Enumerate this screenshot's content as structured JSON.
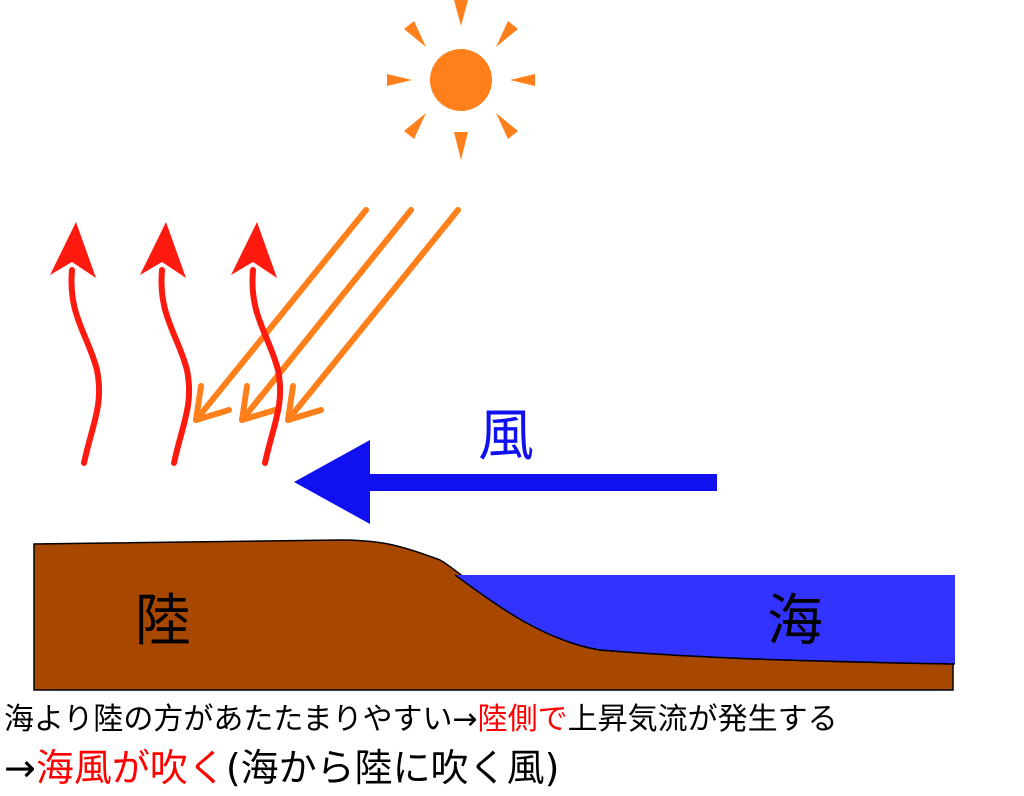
{
  "labels": {
    "wind": "風",
    "land": "陸",
    "sea": "海"
  },
  "caption": {
    "line1": {
      "part1": "海より陸の方があたたまりやすい→",
      "highlight": "陸側で",
      "part2": "上昇気流が発生する"
    },
    "line2": {
      "arrow": "→",
      "highlight": "海風が吹く",
      "part2": "(海から陸に吹く風)"
    }
  },
  "icons": {
    "sun": "sun-icon",
    "sunlight": "sunlight-ray-arrows",
    "updraft": "rising-air-arrows",
    "wind": "wind-arrow"
  },
  "colors": {
    "sun": "#ff7f1a",
    "sunlight_rays": "#ff7f1a",
    "updraft": "#ff1a10",
    "wind_arrow": "#1010f0",
    "wind_label": "#1010f0",
    "land": "#a84800",
    "sea": "#3333ff",
    "highlight_text": "#ff0000",
    "text": "#000000"
  }
}
